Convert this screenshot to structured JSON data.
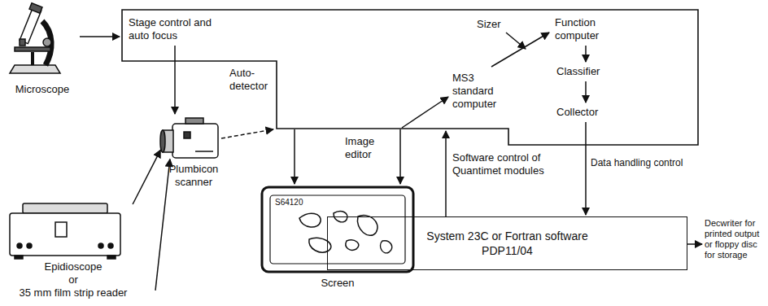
{
  "diagram": {
    "nodes": [
      {
        "text": [
          "Microscope"
        ]
      },
      {
        "text": [
          "Plumbicon scanner"
        ]
      },
      {
        "text": [
          "Epidioscope",
          "or",
          "35 mm film strip reader"
        ]
      },
      {
        "text": [
          "S64120",
          "Screen"
        ]
      },
      {
        "text": [
          "System 23C or Fortran software PDP11/04"
        ]
      }
    ],
    "edges": [
      {
        "from": 2,
        "to": 1,
        "arrow": "to"
      },
      {
        "from": 2,
        "to": 1,
        "arrow": "to"
      }
    ],
    "labels": [
      "Stage control and auto focus",
      "Auto- detector",
      "Sizer",
      "Function computer",
      "MS3 standard computer",
      "Classifier",
      "Collector",
      "Image editor",
      "Software control of Quantimet modules",
      "Data handling control",
      "Decwriter for printed output or floppy disc for storage"
    ]
  }
}
